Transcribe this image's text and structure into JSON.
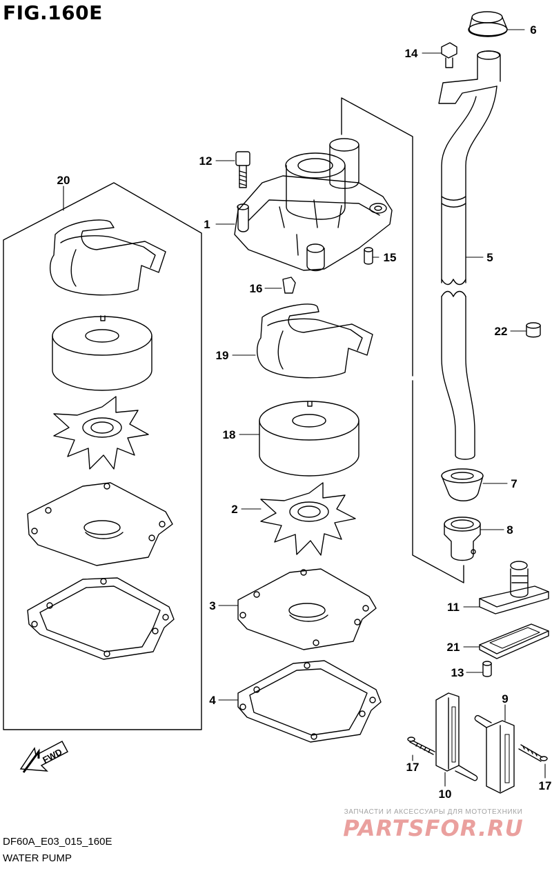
{
  "figure": {
    "title": "FIG.160E"
  },
  "footer": {
    "model_code": "DF60A_E03_015_160E",
    "section_name": "WATER PUMP"
  },
  "direction_arrow": {
    "label": "FWD"
  },
  "watermark": {
    "tagline": "ЗАПЧАСТИ И АКСЕССУАРЫ ДЛЯ МОТОТЕХНИКИ",
    "logo": "PARTSFOR.RU",
    "color": "#d9534f"
  },
  "callouts": {
    "c1": "1",
    "c2": "2",
    "c3": "3",
    "c4": "4",
    "c5": "5",
    "c6": "6",
    "c7": "7",
    "c8": "8",
    "c9": "9",
    "c10": "10",
    "c11": "11",
    "c12": "12",
    "c13": "13",
    "c14": "14",
    "c15": "15",
    "c16": "16",
    "c17a": "17",
    "c17b": "17",
    "c18": "18",
    "c19": "19",
    "c20": "20",
    "c21": "21",
    "c22": "22"
  }
}
